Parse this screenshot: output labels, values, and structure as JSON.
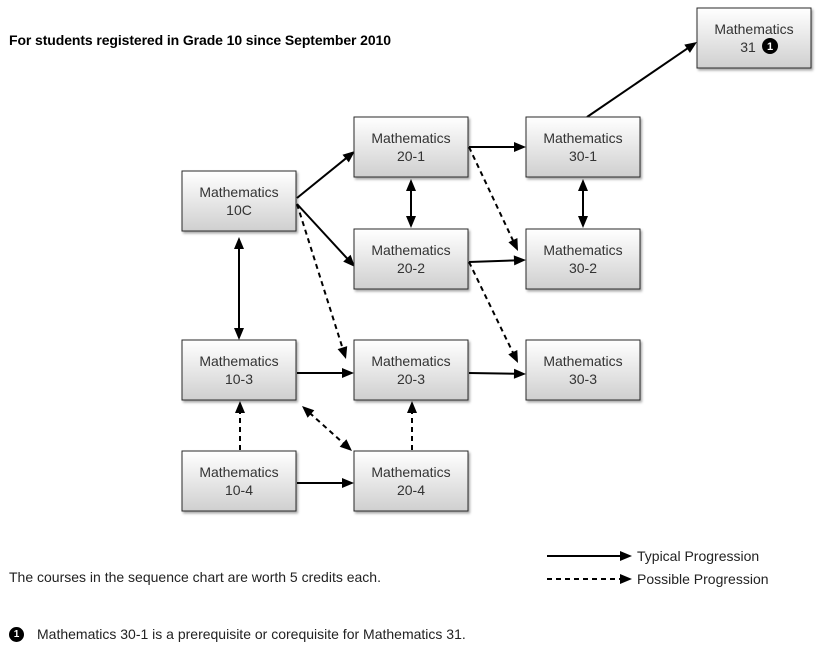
{
  "heading": "For students registered in Grade 10 since September 2010",
  "nodes": [
    {
      "id": "m31",
      "line1": "Mathematics",
      "line2": "31",
      "badge": "1"
    },
    {
      "id": "m20_1",
      "line1": "Mathematics",
      "line2": "20-1"
    },
    {
      "id": "m30_1",
      "line1": "Mathematics",
      "line2": "30-1"
    },
    {
      "id": "m10c",
      "line1": "Mathematics",
      "line2": "10C"
    },
    {
      "id": "m20_2",
      "line1": "Mathematics",
      "line2": "20-2"
    },
    {
      "id": "m30_2",
      "line1": "Mathematics",
      "line2": "30-2"
    },
    {
      "id": "m10_3",
      "line1": "Mathematics",
      "line2": "10-3"
    },
    {
      "id": "m20_3",
      "line1": "Mathematics",
      "line2": "20-3"
    },
    {
      "id": "m30_3",
      "line1": "Mathematics",
      "line2": "30-3"
    },
    {
      "id": "m10_4",
      "line1": "Mathematics",
      "line2": "10-4"
    },
    {
      "id": "m20_4",
      "line1": "Mathematics",
      "line2": "20-4"
    }
  ],
  "edges": [
    {
      "from": "m10c",
      "to": "m20_1",
      "style": "solid"
    },
    {
      "from": "m10c",
      "to": "m20_2",
      "style": "solid"
    },
    {
      "from": "m10c",
      "to": "m20_3",
      "style": "dashed"
    },
    {
      "from": "m20_1",
      "to": "m30_1",
      "style": "solid"
    },
    {
      "from": "m20_1",
      "to": "m30_2",
      "style": "dashed"
    },
    {
      "from": "m20_1",
      "to": "m20_2",
      "style": "solid",
      "bidirectional": true
    },
    {
      "from": "m30_1",
      "to": "m30_2",
      "style": "solid",
      "bidirectional": true
    },
    {
      "from": "m30_1",
      "to": "m31",
      "style": "solid"
    },
    {
      "from": "m20_2",
      "to": "m30_2",
      "style": "solid"
    },
    {
      "from": "m20_2",
      "to": "m30_3",
      "style": "dashed"
    },
    {
      "from": "m10c",
      "to": "m10_3",
      "style": "solid",
      "bidirectional": true
    },
    {
      "from": "m10_3",
      "to": "m20_3",
      "style": "solid"
    },
    {
      "from": "m20_3",
      "to": "m30_3",
      "style": "solid"
    },
    {
      "from": "m10_4",
      "to": "m10_3",
      "style": "dashed"
    },
    {
      "from": "m10_3",
      "to": "m20_4",
      "style": "dashed",
      "bidirectional": true
    },
    {
      "from": "m20_4",
      "to": "m20_3",
      "style": "dashed"
    },
    {
      "from": "m10_4",
      "to": "m20_4",
      "style": "solid"
    }
  ],
  "credits_note": "The courses in the sequence chart are worth 5 credits each.",
  "legend": {
    "typical": "Typical Progression",
    "possible": "Possible Progression"
  },
  "footnote": {
    "badge": "1",
    "text": "Mathematics 30-1 is a prerequisite or corequisite for Mathematics 31."
  }
}
